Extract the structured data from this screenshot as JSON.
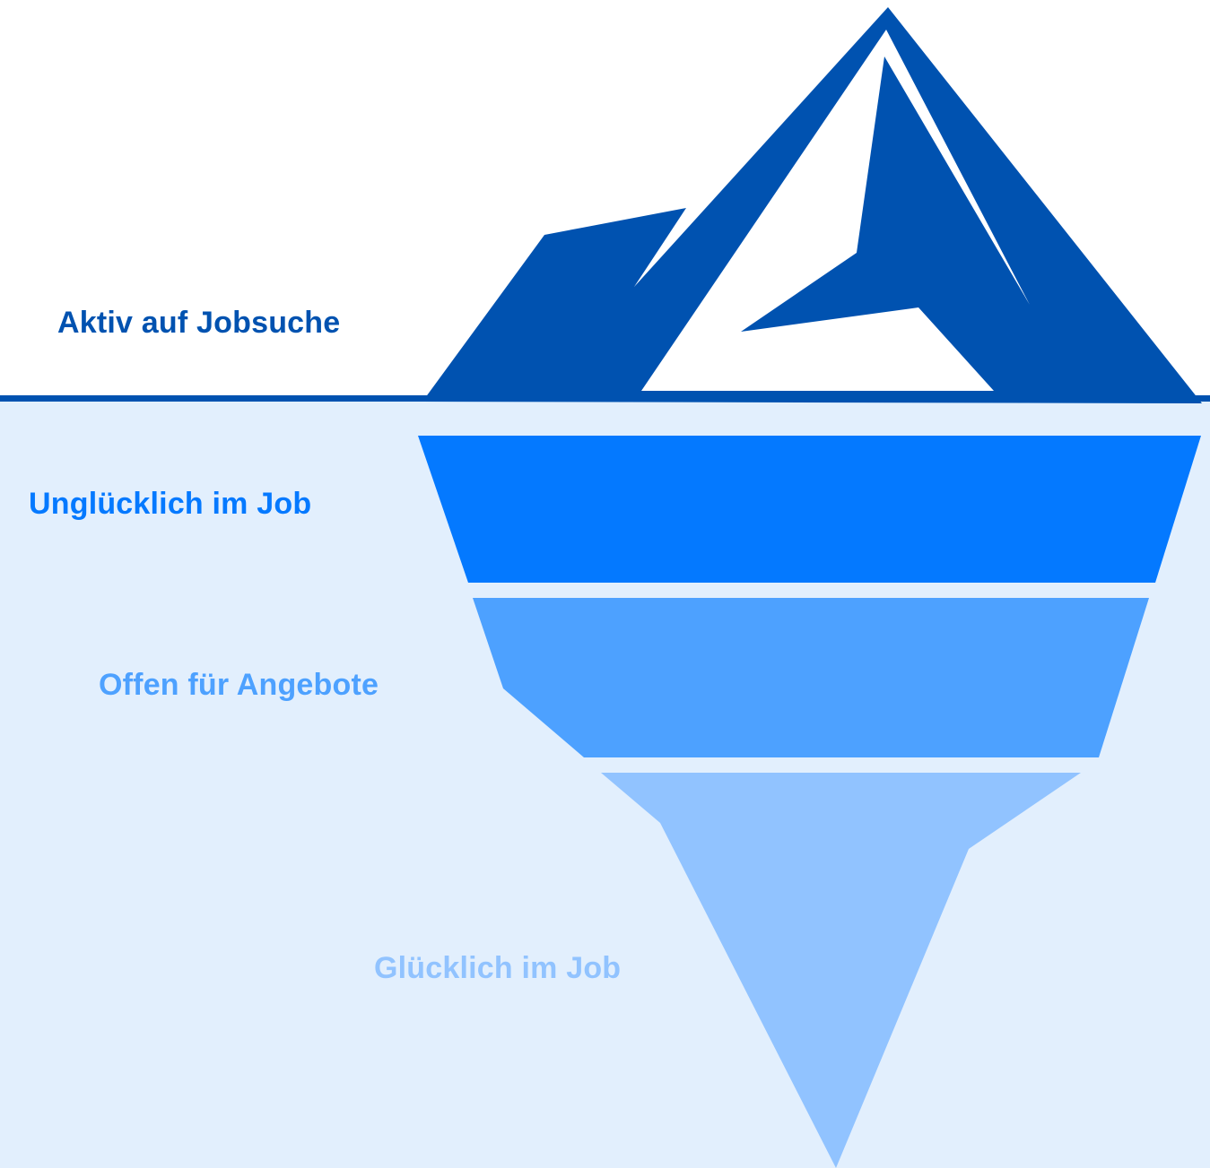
{
  "colors": {
    "water": "#E2EFFD",
    "waterline": "#0052B0",
    "iceberg_top": "#0052B0",
    "snow": "#FFFFFF",
    "layer_1": "#0479FF",
    "layer_2": "#4DA1FF",
    "layer_3": "#91C3FF"
  },
  "labels": {
    "active": "Aktiv auf Jobsuche",
    "unhappy": "Unglücklich im Job",
    "open": "Offen für Angebote",
    "happy": "Glücklich im Job"
  }
}
